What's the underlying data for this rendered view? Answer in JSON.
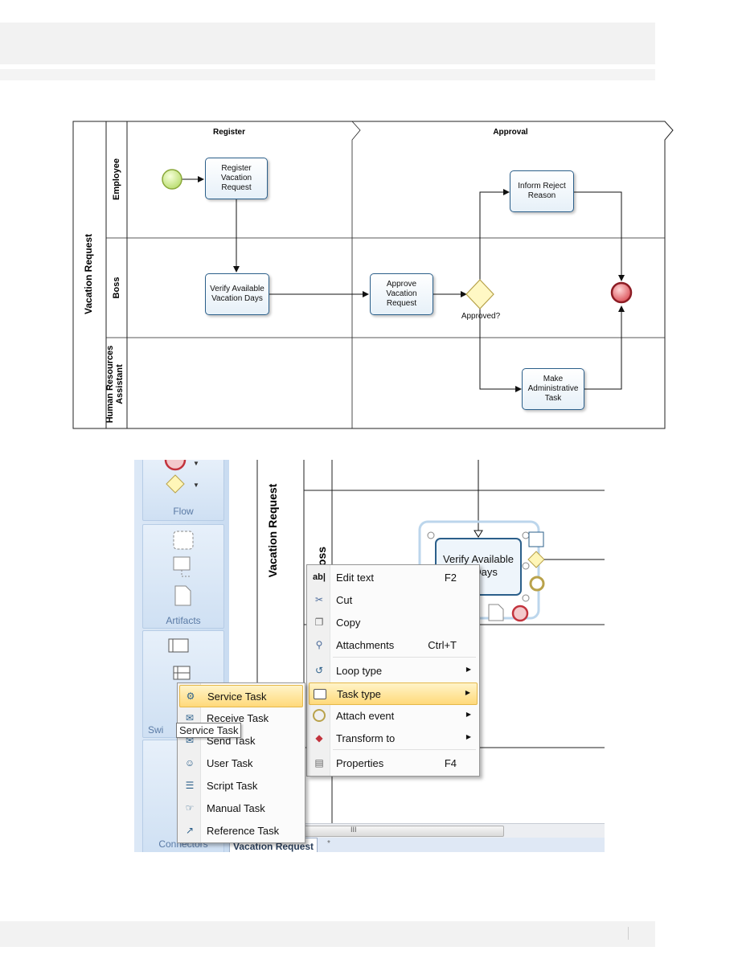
{
  "diagram": {
    "pool": "Vacation Request",
    "lanes": [
      "Employee",
      "Boss",
      "Human Resources Assistant"
    ],
    "phases": [
      "Register",
      "Approval"
    ],
    "tasks": {
      "register": "Register\nVacation\nRequest",
      "verify": "Verify Available\nVacation Days",
      "approve": "Approve\nVacation\nRequest",
      "inform": "Inform Reject\nReason",
      "make": "Make\nAdministrative\nTask"
    },
    "gateway_label": "Approved?",
    "colors": {
      "task_border": "#2b5f8a",
      "start_event": "#c9e58a",
      "end_event": "#d9434e",
      "gateway": "#fff4b0"
    }
  },
  "screenshot": {
    "toolbox": {
      "flow": "Flow",
      "artifacts": "Artifacts",
      "swimlanes": "Swi",
      "connectors": "Connectors"
    },
    "canvas": {
      "pool": "Vacation Request",
      "lane": "oss",
      "task": "Verify Available\non Days"
    },
    "context_menu": {
      "items": [
        {
          "label": "Edit text",
          "shortcut": "F2",
          "icon": "edit-text-icon"
        },
        {
          "label": "Cut",
          "shortcut": "",
          "icon": "scissors-icon"
        },
        {
          "label": "Copy",
          "shortcut": "",
          "icon": "copy-icon"
        },
        {
          "label": "Attachments",
          "shortcut": "Ctrl+T",
          "icon": "paperclip-icon"
        },
        {
          "label": "Loop type",
          "shortcut": "",
          "icon": "loop-icon"
        },
        {
          "label": "Task type",
          "shortcut": "",
          "icon": "task-icon"
        },
        {
          "label": "Attach event",
          "shortcut": "",
          "icon": "event-icon"
        },
        {
          "label": "Transform to",
          "shortcut": "",
          "icon": "transform-icon"
        },
        {
          "label": "Properties",
          "shortcut": "F4",
          "icon": "properties-icon"
        }
      ]
    },
    "submenu": {
      "items": [
        "Service Task",
        "Receive Task",
        "Send Task",
        "User Task",
        "Script Task",
        "Manual Task",
        "Reference Task"
      ]
    },
    "tooltip": "Service Task",
    "scroll_mark": "III",
    "doc_tab": "Vacation Request",
    "tab_star": "*"
  }
}
